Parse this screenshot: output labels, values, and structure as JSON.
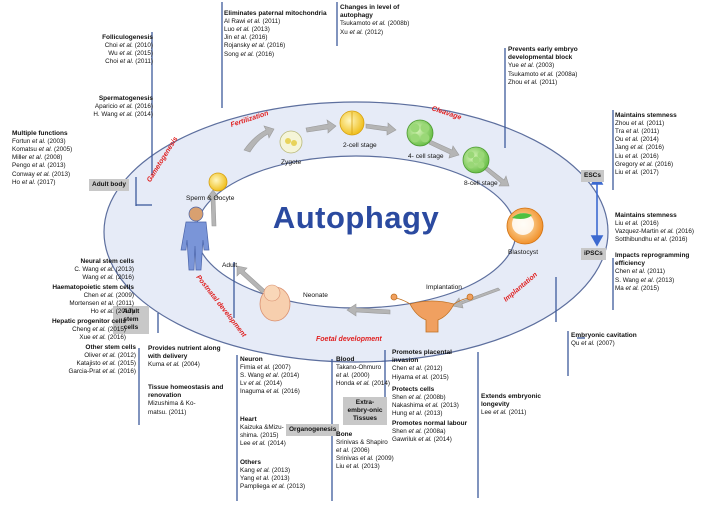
{
  "title": "Autophagy",
  "stages": {
    "sperm_oocyte": "Sperm & Oocyte",
    "zygote": "Zygote",
    "two_cell": "2-cell stage",
    "four_cell": "4- cell stage",
    "eight_cell": "8-cell stage",
    "blastocyst": "Blastocyst",
    "implantation": "Implantation",
    "neonate": "Neonate",
    "adult": "Adult"
  },
  "phases": {
    "fertilization": "Fertilization",
    "cleavage": "Cleavage",
    "gametogenesis": "Gametogenesis",
    "implantation": "Implantation",
    "foetal": "Foetal development",
    "postnatal": "Postnatal development"
  },
  "tags": {
    "adult_body": "Adult body",
    "adult_stem": "Adult stem cells",
    "escs": "ESCs",
    "ipscs": "iPSCs",
    "extra_embryonic": "Extra-embry-onic Tissues",
    "organogenesis": "Organogenesis"
  },
  "blocks": {
    "paternal": {
      "heading": "Eliminates paternal mitochondria",
      "refs": [
        "Al Rawi et al. (2011)",
        "Luo et al. (2013)",
        "Jin et al. (2016)",
        "Rojansky et al. (2016)",
        "Song et al. (2016)"
      ]
    },
    "changes": {
      "heading": "Changes in level of autophagy",
      "refs": [
        "Tsukamoto et al. (2008b)",
        "Xu et al. (2012)"
      ]
    },
    "prevents": {
      "heading": "Prevents early embryo developmental block",
      "refs": [
        "Yue et al. (2003)",
        "Tsukamoto et al. (2008a)",
        "Zhou et al. (2011)"
      ]
    },
    "folliculo": {
      "heading": "Folliculogenesis",
      "refs": [
        "Choi et al. (2010)",
        "Wu et al. (2015)",
        "Choi et al. (2011)"
      ]
    },
    "spermato": {
      "heading": "Spermatogenesis",
      "refs": [
        "Aparicio et al. (2016)",
        "H. Wang et al. (2014)"
      ]
    },
    "multiple": {
      "heading": "Multiple functions",
      "refs": [
        "Fortun et al. (2003)",
        "Komatsu et al. (2005)",
        "Miller et al. (2008)",
        "Pengo et al. (2013)",
        "Conway et al. (2013)",
        "Ho et al. (2017)"
      ]
    },
    "esc_stem": {
      "heading": "Maintains stemness",
      "refs": [
        "Zhou et al. (2011)",
        "Tra et al. (2011)",
        "Ou et al. (2014)",
        "Jang et al. (2016)",
        "Liu et al. (2016)",
        "Gregory et al. (2016)",
        "Liu et al. (2017)"
      ]
    },
    "ipsc_stem": {
      "heading": "Maintains stemness",
      "refs": [
        "Liu et al. (2016)",
        "Vazquez-Martin et al. (2016)",
        "Sotthibundhu et al. (2016)"
      ]
    },
    "reprog": {
      "heading": "Impacts reprogramming efficiency",
      "refs": [
        "Chen et al. (2011)",
        "S. Wang et al. (2013)",
        "Ma et al. (2015)"
      ]
    },
    "neural": {
      "heading": "Neural stem cells",
      "refs": [
        "C. Wang et al. (2013)",
        "Wang et al. (2016)"
      ]
    },
    "haema": {
      "heading": "Haematopoietic stem cells",
      "refs": [
        "Chen et al. (2009)",
        "Mortensen et al. (2011)",
        "Ho et al. (2017)"
      ]
    },
    "hepatic": {
      "heading": "Hepatic progenitor cells",
      "refs": [
        "Cheng et al. (2015)",
        "Xue et al. (2016)"
      ]
    },
    "other_stem": {
      "heading": "Other stem cells",
      "refs": [
        "Oliver et al. (2012)",
        "Katajisto et al. (2015)",
        "Garcia-Prat et al. (2016)"
      ]
    },
    "nutrient": {
      "heading": "Provides nutrient along with delivery",
      "refs": [
        "Kuma et al. (2004)"
      ]
    },
    "homeostasis": {
      "heading": "Tissue homeostasis and renovation",
      "refs": [
        "Mizushima & Ko-",
        "matsu. (2011)"
      ]
    },
    "cavitation": {
      "heading": "Embryonic cavitation",
      "refs": [
        "Qu et al. (2007)"
      ]
    },
    "placental": {
      "heading": "Promotes placental invasion",
      "refs": [
        "Chen et al. (2012)",
        "Hiyama et al. (2015)"
      ]
    },
    "protects": {
      "heading": "Protects cells",
      "refs": [
        "Shen et al. (2008b)",
        "Nakashima et al. (2013)",
        "Hung et al. (2013)"
      ]
    },
    "labour": {
      "heading": "Promotes normal labour",
      "refs": [
        "Shen et al. (2008a)",
        "Gawriluk et al. (2014)"
      ]
    },
    "longevity": {
      "heading": "Extends embryonic longevity",
      "refs": [
        "Lee et al. (2011)"
      ]
    },
    "neuron": {
      "heading": "Neuron",
      "refs": [
        "Fimia et al. (2007)",
        "S. Wang et al. (2014)",
        "Lv et al. (2014)",
        "Inaguma et al. (2016)"
      ]
    },
    "blood": {
      "heading": "Blood",
      "refs": [
        "Takano-Ohmuro",
        "et al. (2000)",
        "Honda et al. (2014)"
      ]
    },
    "heart": {
      "heading": "Heart",
      "refs": [
        "Kaizuka  &Mizu-",
        "shima. (2015)",
        "Lee et al. (2014)"
      ]
    },
    "bone": {
      "heading": "Bone",
      "refs": [
        "Srinivas  & Shapiro",
        "et al. (2006)",
        "Srinivas et al. (2009)",
        "Liu et al. (2013)"
      ]
    },
    "others": {
      "heading": "Others",
      "refs": [
        "Kang et al. (2013)",
        "Yang et al. (2013)",
        "Pampliega et al. (2013)"
      ]
    }
  },
  "colors": {
    "accent_red": "#e02020",
    "line_blue": "#3d5a9c",
    "title_blue": "#2b4aa0",
    "ring_fill": "#e6ebf7",
    "tag_grey": "#c8c8c8"
  }
}
